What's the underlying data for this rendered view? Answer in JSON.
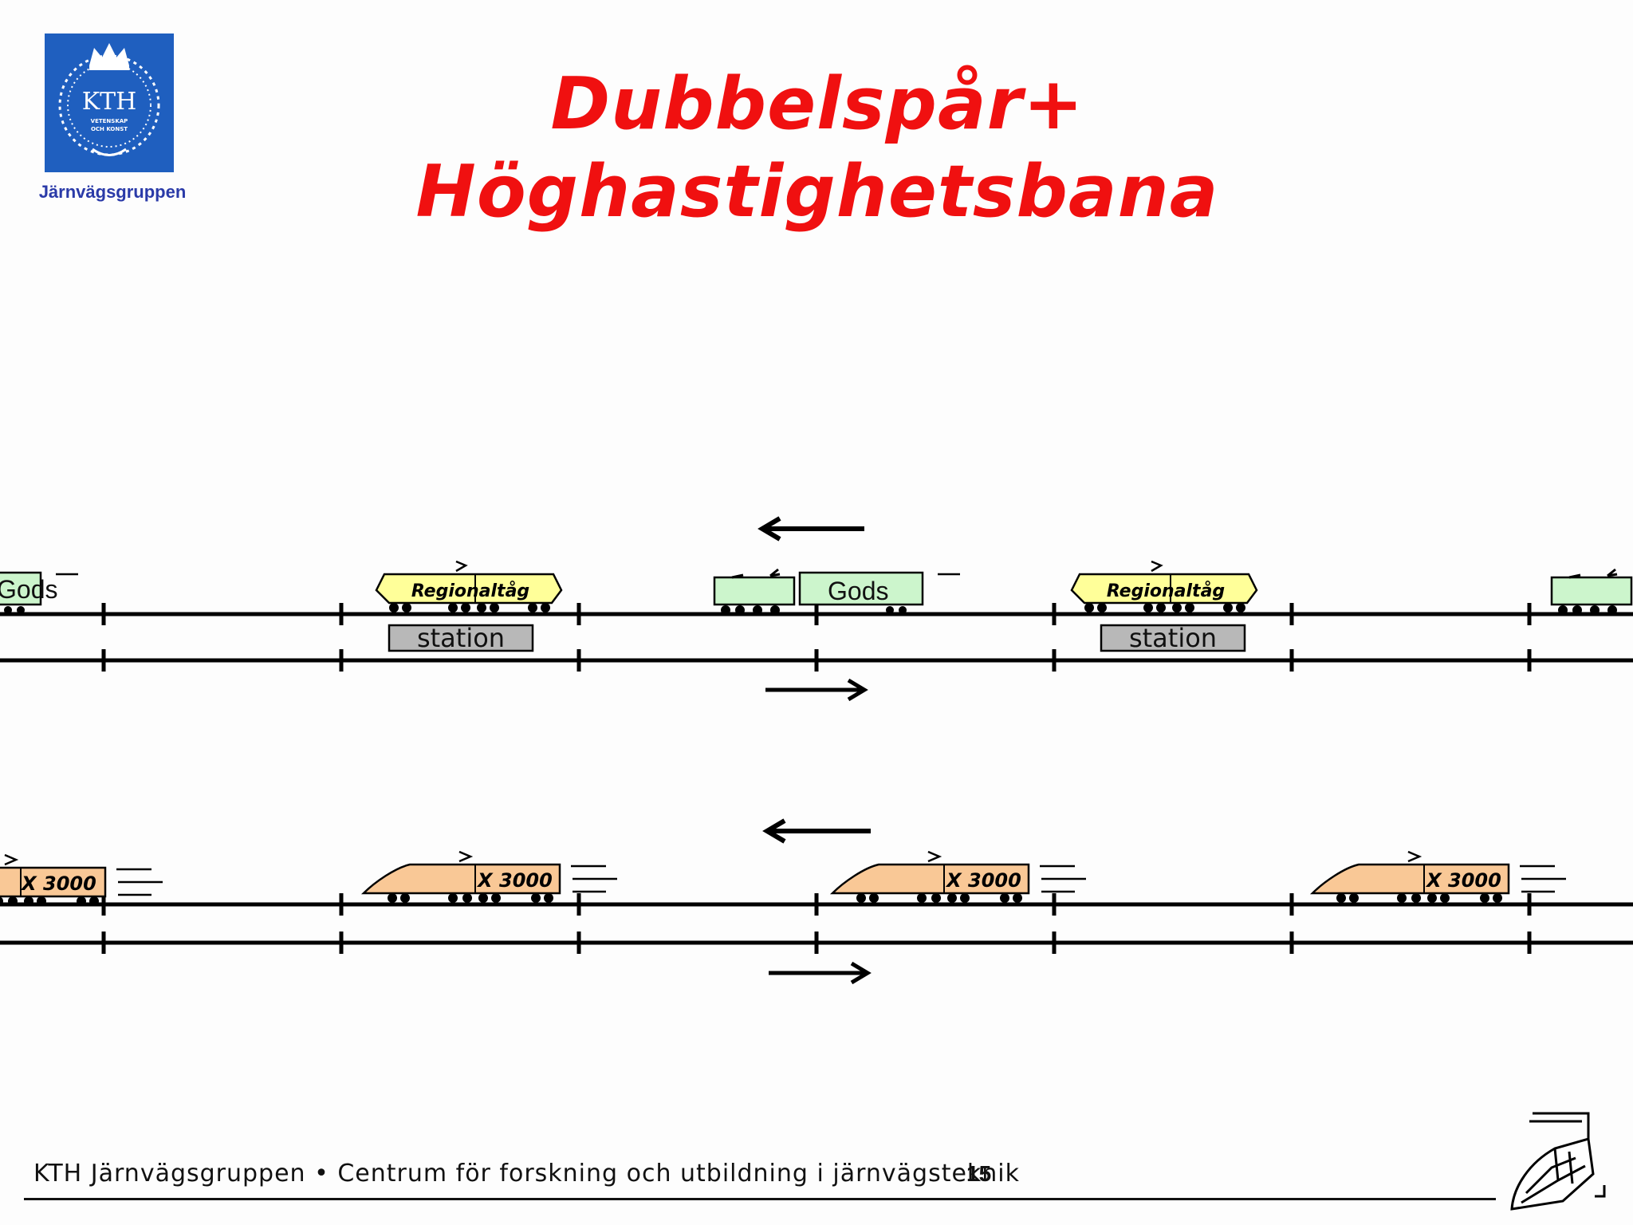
{
  "header": {
    "logo_text": "KTH",
    "logo_motto": "VETENSKAP OCH KONST",
    "logo_subtitle": "Järnvägsgruppen",
    "title_line1": "Dubbelspår+",
    "title_line2": "Höghastighetsbana"
  },
  "diagram": {
    "label_gods": "Gods",
    "label_regional": "Regionaltåg",
    "label_station": "station",
    "label_x3000": "X 3000",
    "colors": {
      "gods": "#ccf5cc",
      "regional": "#ffff99",
      "x3000": "#f9c896",
      "station": "#b8b8b8",
      "track": "#000000"
    }
  },
  "footer": {
    "text": "KTH Järnvägsgruppen • Centrum för forskning och utbildning i järnvägsteknik",
    "page_number": "15",
    "icon": "high-speed-train-icon"
  }
}
